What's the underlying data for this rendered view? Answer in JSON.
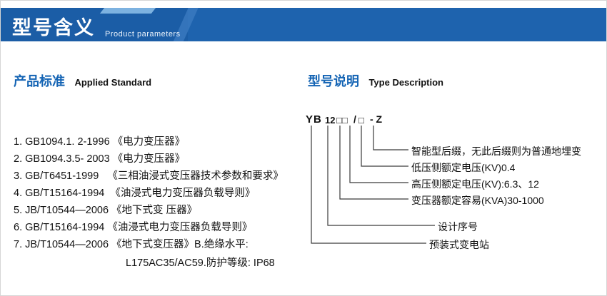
{
  "header": {
    "title": "型号含义",
    "subtitle": "Product parameters"
  },
  "left": {
    "heading_cn": "产品标准",
    "heading_en": "Applied Standard",
    "items": [
      "1. GB1094.1. 2-1996 《电力变压器》",
      "2. GB1094.3.5- 2003 《电力变压器》",
      "3. GB/T6451-1999   《三相油浸式变压器技术参数和要求》",
      "4. GB/T15164-1994  《油浸式电力变压器负载导则》",
      "5. JB/T10544—2006 《地下式变 压器》",
      "6. GB/T15164-1994 《油浸式电力变压器负载导则》",
      "7. JB/T10544—2006 《地下式变压器》B.绝缘水平:"
    ],
    "continuation": "L175AC35/AC59.防护等级: IP68"
  },
  "right": {
    "heading_cn": "型号说明",
    "heading_en": "Type Description",
    "code": {
      "prefix": "YB",
      "serial": "12",
      "capacity_boxes": "□□",
      "slash": "/",
      "voltage_box": "□",
      "suffix": "- Z"
    },
    "labels": [
      "智能型后缀，无此后缀则为普通地埋变",
      "低压侧额定电压(KV)0.4",
      "高压侧额定电压(KV):6.3、12",
      "变压器额定容易(KVA)30-1000",
      "设计序号",
      "预装式变电站"
    ]
  },
  "colors": {
    "banner_blue": "#1e63ae",
    "heading_blue": "#1464b4"
  }
}
